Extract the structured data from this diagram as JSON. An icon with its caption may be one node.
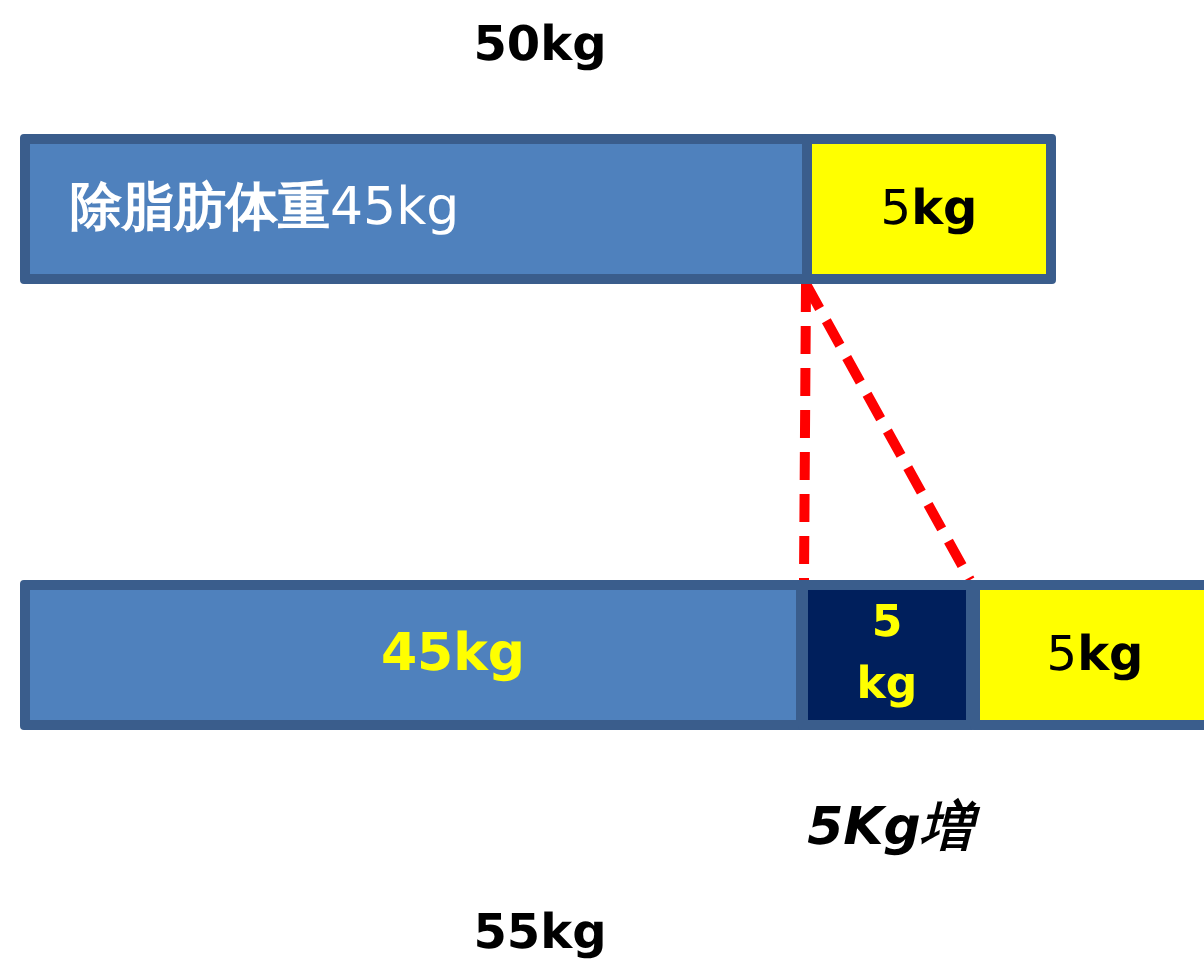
{
  "diagram": {
    "nodes": [
      {
        "text": [
          "**除脂肪体重**45kg"
        ]
      },
      {
        "text": [
          "5**kg**"
        ]
      },
      {
        "text": [
          "45kg"
        ]
      },
      {
        "text": [
          "5 kg"
        ]
      },
      {
        "text": [
          "5**kg**"
        ]
      }
    ],
    "edges": [
      {
        "from": 1,
        "to": 3,
        "arrow": "none",
        "style": "dashed",
        "color": "#ff0000"
      },
      {
        "from": 1,
        "to": 3,
        "arrow": "none",
        "style": "dashed",
        "color": "#ff0000"
      }
    ],
    "labels": [
      "50kg",
      "5Kg増",
      "55kg"
    ]
  }
}
